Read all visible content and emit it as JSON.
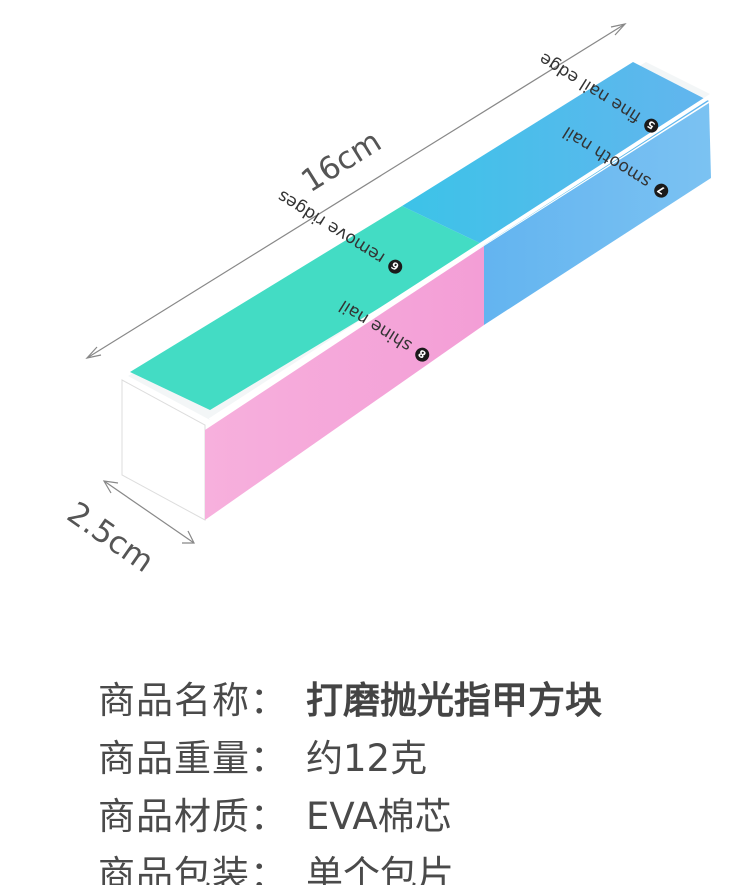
{
  "dimensions": {
    "length": "16cm",
    "width": "2.5cm"
  },
  "buffer_faces": [
    {
      "number": "5",
      "label": "fine nail edge",
      "color": "#4FB6E8"
    },
    {
      "number": "6",
      "label": "remove ridges",
      "color": "#43DCC4"
    },
    {
      "number": "7",
      "label": "smooth nail",
      "color": "#63B4F0"
    },
    {
      "number": "8",
      "label": "shine nail",
      "color": "#F5A3D8"
    }
  ],
  "specs": [
    {
      "label": "商品名称：",
      "value": "打磨抛光指甲方块"
    },
    {
      "label": "商品重量：",
      "value": "约12克"
    },
    {
      "label": "商品材质：",
      "value": "EVA棉芯"
    },
    {
      "label": "商品包装：",
      "value": "单个包片"
    }
  ]
}
